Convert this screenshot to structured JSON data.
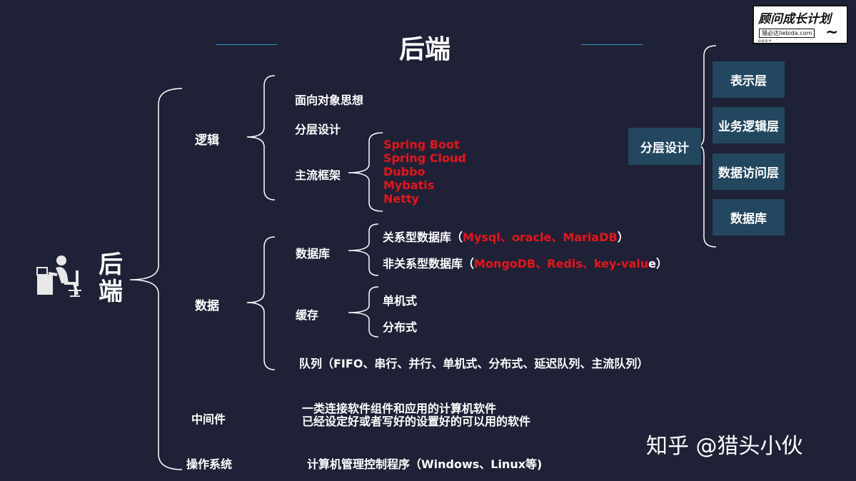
{
  "title": "后端",
  "root_label_chars": [
    "后",
    "端"
  ],
  "logo": {
    "title": "顾问成长计划",
    "url": "猎必达liebida.com",
    "dots": "ooo+"
  },
  "watermark": "知乎 @猎头小伙",
  "logic": {
    "label": "逻辑",
    "items": [
      "面向对象思想",
      "分层设计",
      "主流框架"
    ],
    "frameworks": [
      "Spring Boot",
      "Spring Cloud",
      "Dubbo",
      "Mybatis",
      "Netty"
    ]
  },
  "data": {
    "label": "数据",
    "database": {
      "label": "数据库",
      "relational": {
        "prefix": "关系型数据库（",
        "red": "Mysql、oracle、MariaDB",
        "suffix": "）"
      },
      "nonrelational": {
        "prefix": "非关系型数据库（",
        "red": "MongoDB、Redis、key-valu",
        "suffix": "e）"
      }
    },
    "cache": {
      "label": "缓存",
      "items": [
        "单机式",
        "分布式"
      ]
    },
    "queue": "队列（FIFO、串行、并行、单机式、分布式、延迟队列、主流队列）"
  },
  "middleware": {
    "label": "中间件",
    "lines": [
      "一类连接软件组件和应用的计算机软件",
      "已经设定好或者写好的设置好的可以用的软件"
    ]
  },
  "os": {
    "label": "操作系统",
    "desc": "计算机管理控制程序（Windows、Linux等)"
  },
  "layered": {
    "label": "分层设计",
    "layers": [
      "表示层",
      "业务逻辑层",
      "数据访问层",
      "数据库"
    ]
  },
  "colors": {
    "background": "#1f2236",
    "accent_red": "#e8141b",
    "box": "#22475f",
    "deco_line": "#3a8fd0"
  }
}
